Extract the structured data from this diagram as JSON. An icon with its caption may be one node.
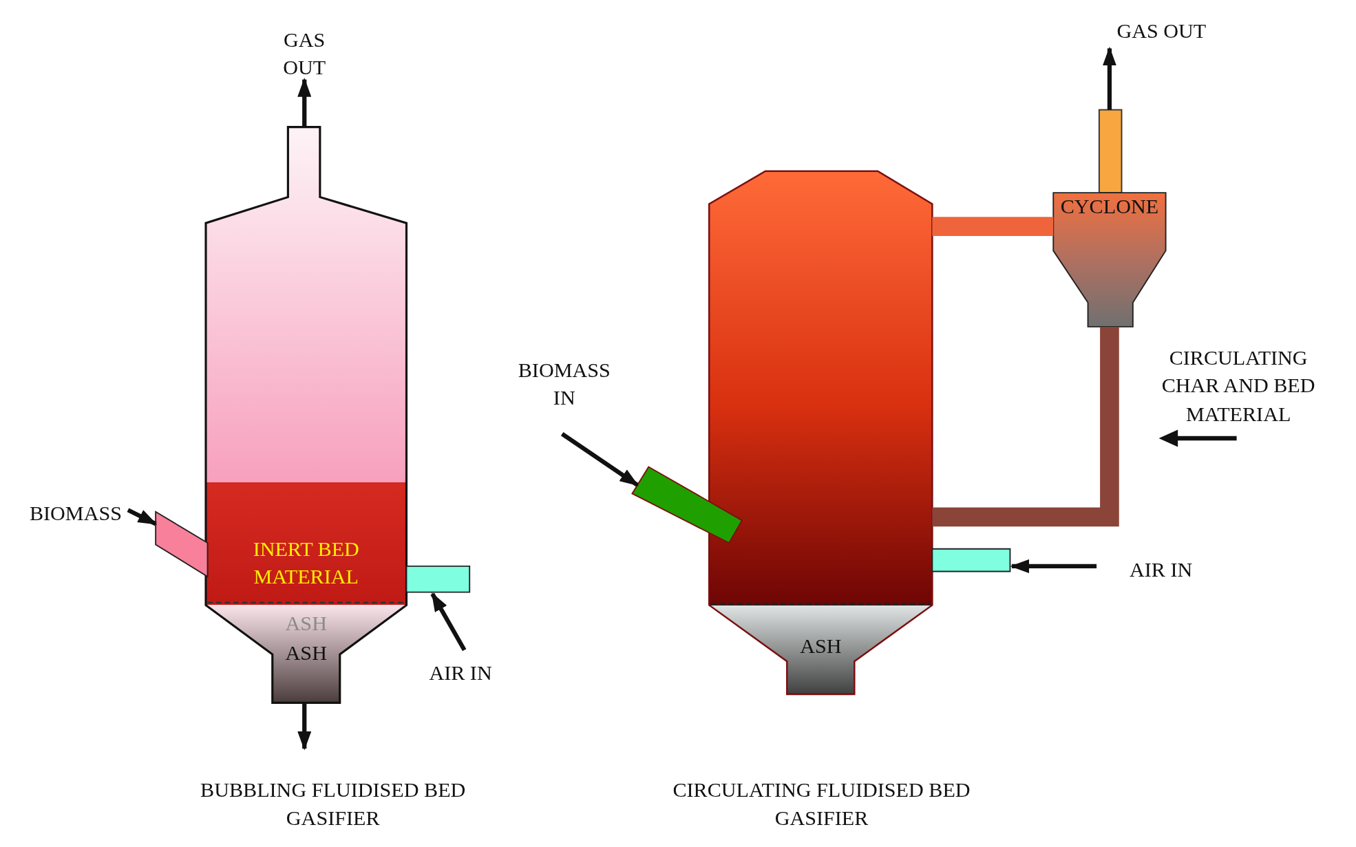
{
  "diagram": {
    "nodes": [
      {
        "text": [
          "GAS OUT"
        ]
      },
      {
        "text": [
          "INERT BED MATERIAL",
          "ASH",
          "ASH"
        ]
      },
      {
        "text": [
          "BIOMASS"
        ]
      },
      {
        "text": [],
        "shape": "box"
      },
      {
        "text": [
          "AIR IN"
        ]
      },
      {
        "text": [],
        "shape": "box"
      },
      {
        "text": [
          "ASH"
        ]
      },
      {
        "text": [
          "BIOMASS IN"
        ]
      },
      {
        "text": [],
        "shape": "box"
      },
      {
        "text": [
          "AIR IN"
        ]
      },
      {
        "text": [],
        "shape": "box"
      },
      {
        "text": [
          "CYCLONE"
        ]
      },
      {
        "text": [
          "GAS OUT"
        ]
      },
      {
        "text": [
          "CIRCULATING CHAR AND BED MATERIAL"
        ]
      }
    ],
    "edges": [
      {
        "from": 1,
        "to": 0,
        "arrow": "to"
      },
      {
        "from": 1,
        "to": null,
        "arrow": "to"
      },
      {
        "from": 2,
        "to": 3,
        "arrow": "to"
      },
      {
        "from": 4,
        "to": 5,
        "arrow": "to"
      },
      {
        "from": 7,
        "to": 8,
        "arrow": "to"
      },
      {
        "from": 9,
        "to": 10,
        "arrow": "to"
      },
      {
        "from": 6,
        "to": 11,
        "arrow": "none",
        "style": "thick",
        "color": "#f0643c"
      },
      {
        "from": 11,
        "to": 6,
        "arrow": "none",
        "style": "thick",
        "color": "#8a4438"
      },
      {
        "from": 11,
        "to": 12,
        "arrow": "to"
      }
    ],
    "labels": [
      "BUBBLING FLUIDISED BED GASIFIER",
      "CIRCULATING FLUIDISED BED GASIFIER"
    ]
  }
}
